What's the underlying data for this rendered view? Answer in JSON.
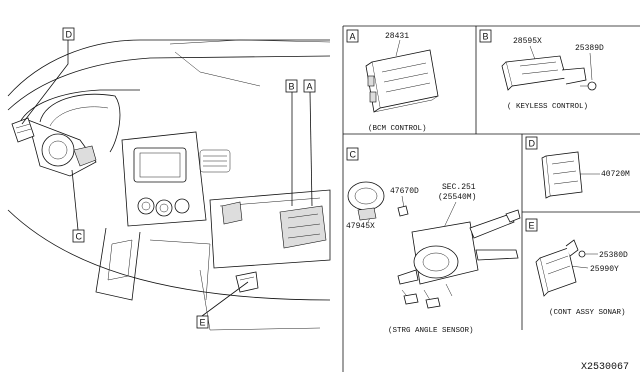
{
  "callouts": {
    "A": "A",
    "B": "B",
    "C": "C",
    "D": "D",
    "E": "E"
  },
  "panel_a": {
    "letter": "A",
    "part_no": "28431",
    "caption": "(BCM CONTROL)"
  },
  "panel_b": {
    "letter": "B",
    "part_no_1": "28595X",
    "part_no_2": "25389D",
    "caption": "( KEYLESS CONTROL)"
  },
  "panel_c": {
    "letter": "C",
    "part_no_1": "47670D",
    "part_no_2": "47945X",
    "sec_ref_1": "SEC.251",
    "sec_ref_2": "(25540M)",
    "caption": "(STRG ANGLE SENSOR)"
  },
  "panel_d": {
    "letter": "D",
    "part_no": "40720M"
  },
  "panel_e": {
    "letter": "E",
    "part_no_1": "25380D",
    "part_no_2": "25990Y",
    "caption": "(CONT ASSY SONAR)"
  },
  "diagram_ref": "X2530067"
}
